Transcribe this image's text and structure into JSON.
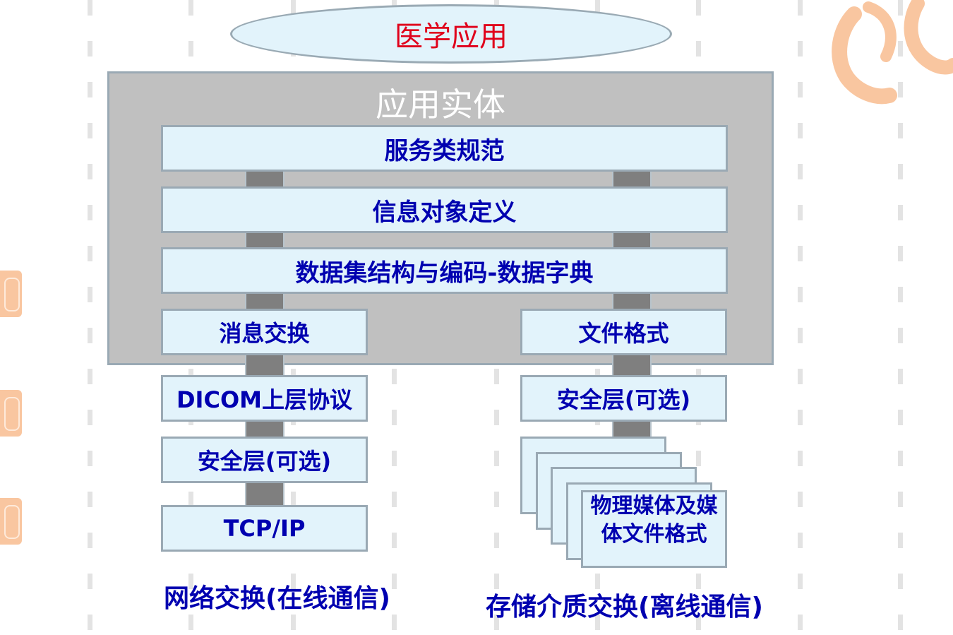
{
  "application": {
    "label": "医学应用"
  },
  "entity": {
    "title": "应用实体"
  },
  "layers": {
    "service_class": "服务类规范",
    "iod": "信息对象定义",
    "dataset": "数据集结构与编码-数据字典",
    "message_exchange": "消息交换",
    "file_format": "文件格式"
  },
  "network_stack": {
    "upper_layer": "DICOM上层协议",
    "security": "安全层(可选)",
    "transport": "TCP/IP",
    "caption": "网络交换(在线通信)"
  },
  "media_stack": {
    "security": "安全层(可选)",
    "media": "物理媒体及媒体文件格式",
    "caption": "存储介质交换(离线通信)"
  },
  "colors": {
    "box_fill": "#e2f3fb",
    "text_blue": "#0000b0",
    "title_red": "#e0001b",
    "entity_gray": "#c0c0c0",
    "connector_gray": "#7f7f7f"
  }
}
